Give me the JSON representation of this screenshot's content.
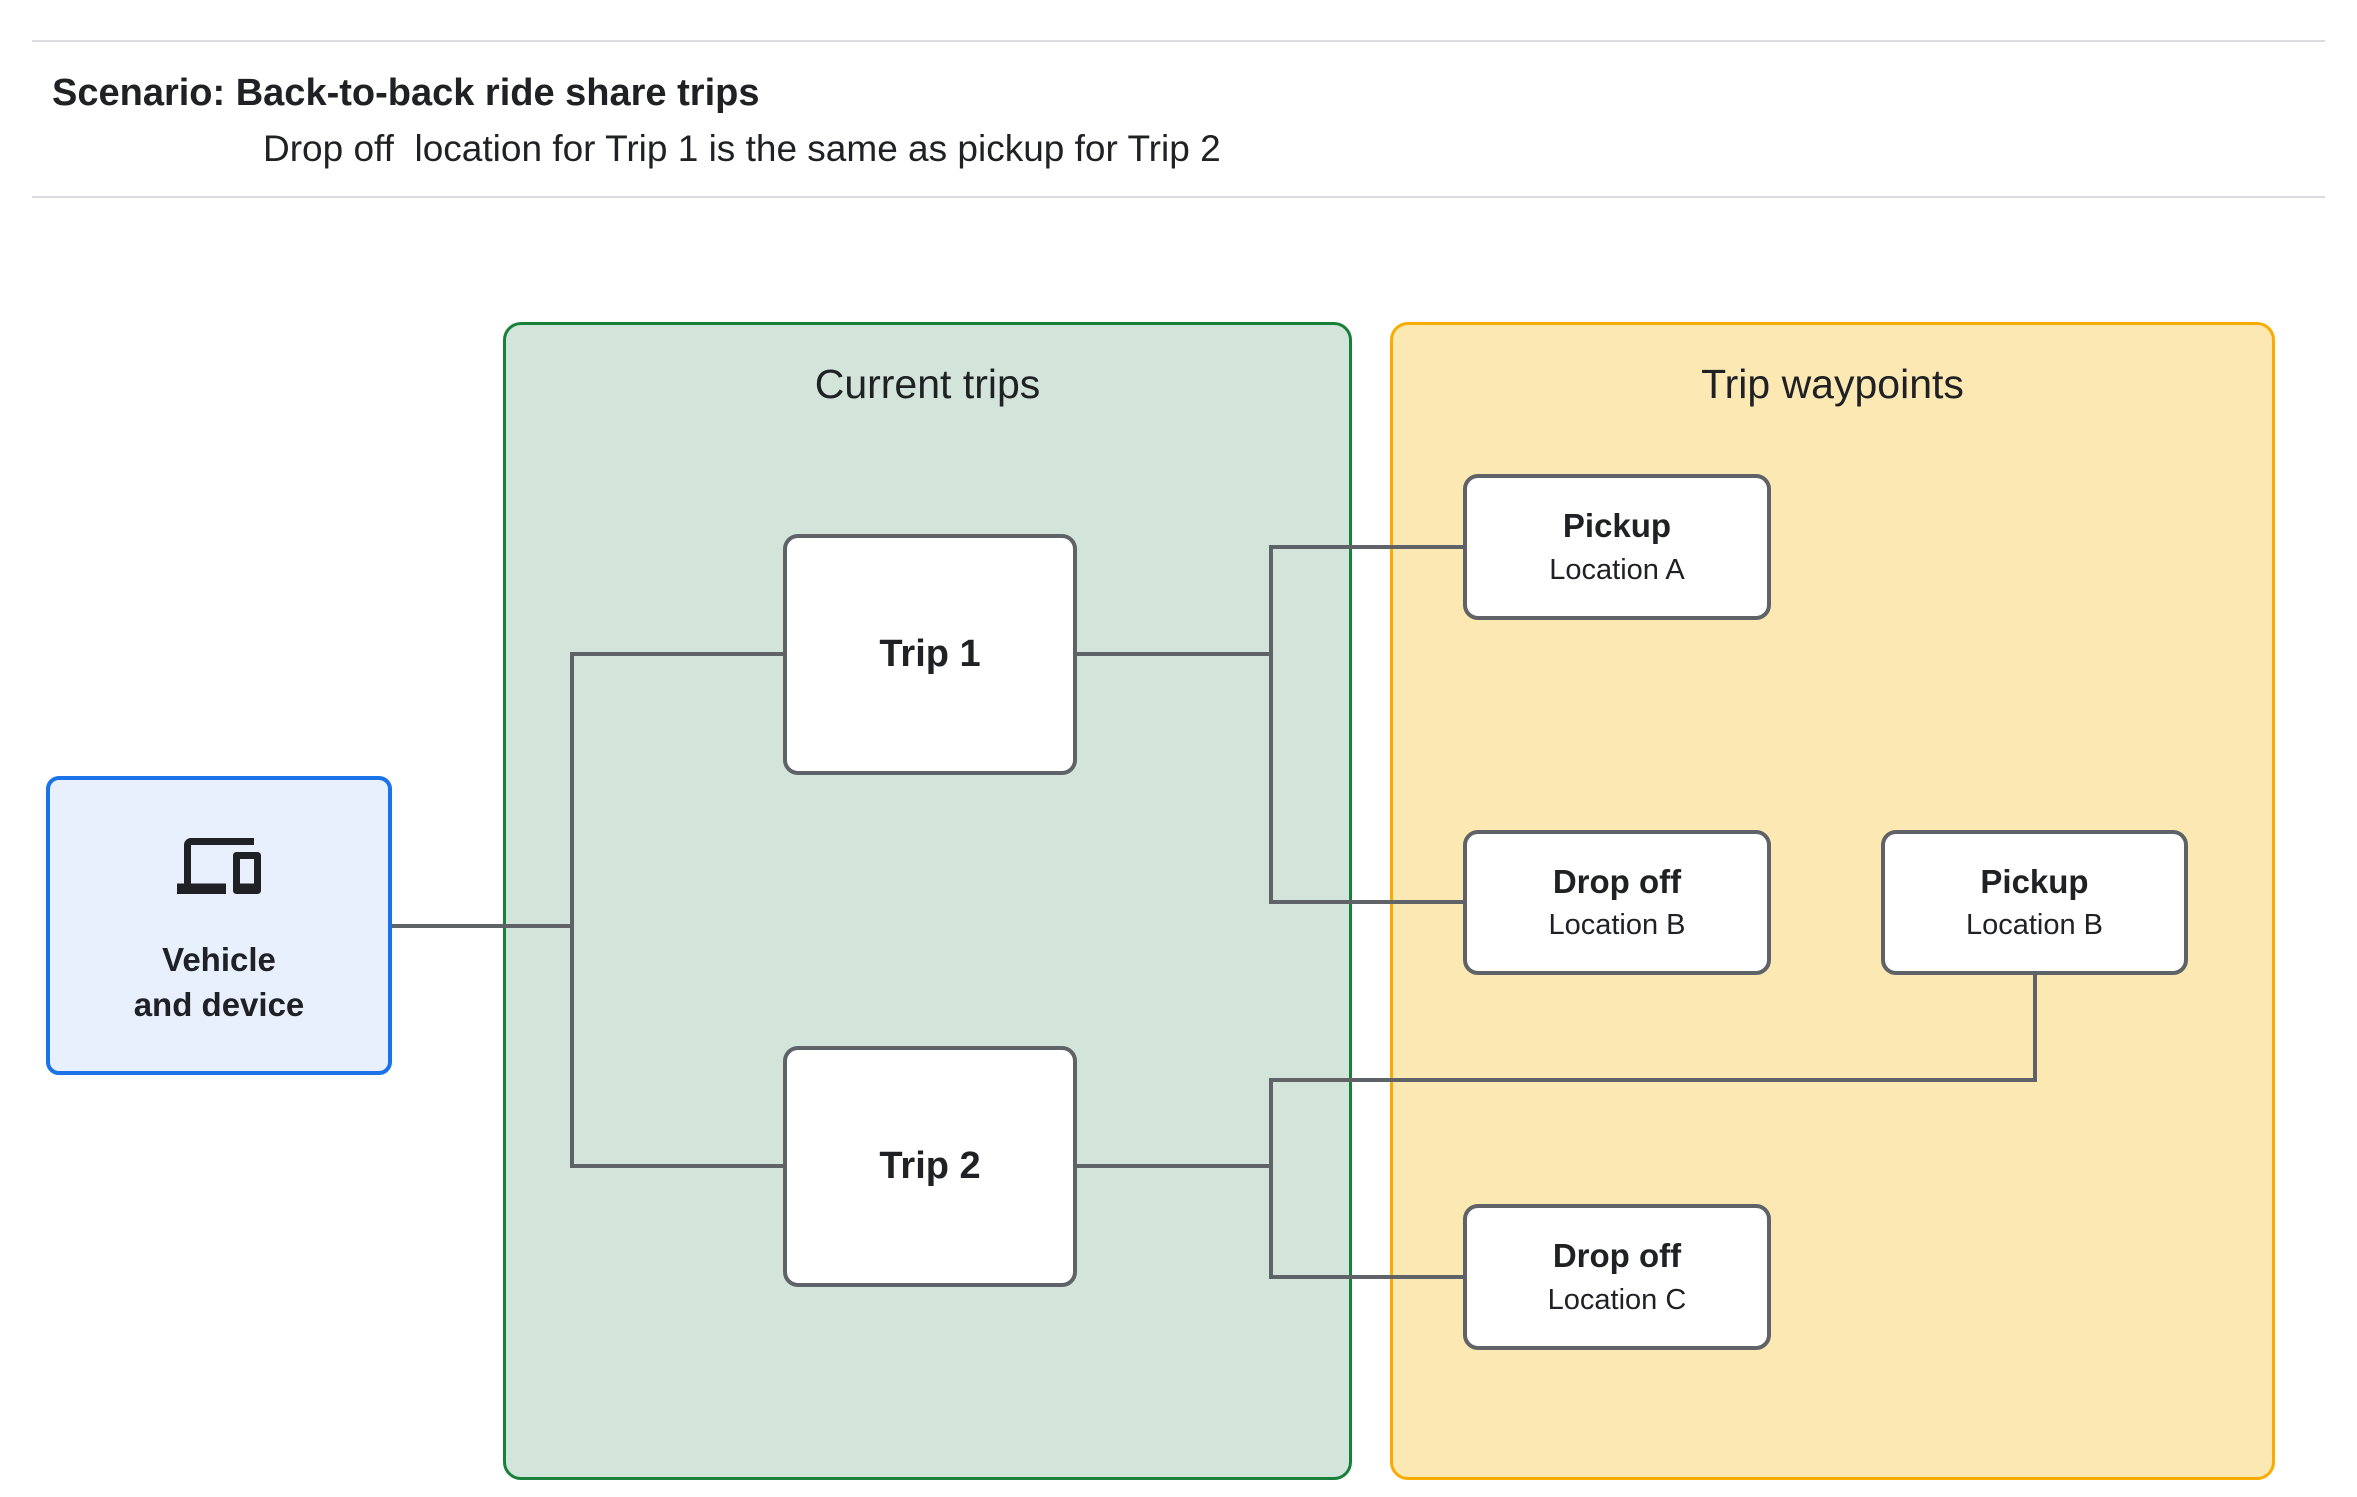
{
  "header": {
    "title": "Scenario: Back-to-back ride share trips",
    "subtitle": "Drop off  location for Trip 1 is the same as pickup for Trip 2"
  },
  "groups": {
    "current_trips": {
      "label": "Current trips"
    },
    "trip_waypoints": {
      "label": "Trip waypoints"
    }
  },
  "nodes": {
    "vehicle": {
      "icon": "devices-icon",
      "line1": "Vehicle",
      "line2": "and device"
    },
    "trip1": {
      "label": "Trip 1"
    },
    "trip2": {
      "label": "Trip 2"
    },
    "pickup_a": {
      "title": "Pickup",
      "subtitle": "Location A"
    },
    "dropoff_b": {
      "title": "Drop off",
      "subtitle": "Location B"
    },
    "pickup_b": {
      "title": "Pickup",
      "subtitle": "Location B"
    },
    "dropoff_c": {
      "title": "Drop off",
      "subtitle": "Location C"
    }
  },
  "colors": {
    "current_trips_fill": "#d3e5da",
    "current_trips_border": "#188038",
    "trip_waypoints_fill": "#fce8b2",
    "trip_waypoints_border": "#f9ab00",
    "vehicle_fill": "#e8f0fe",
    "vehicle_border": "#1a73e8",
    "node_border": "#5f6368",
    "connector": "#5f6368",
    "divider": "#dadce0",
    "text": "#202124"
  }
}
